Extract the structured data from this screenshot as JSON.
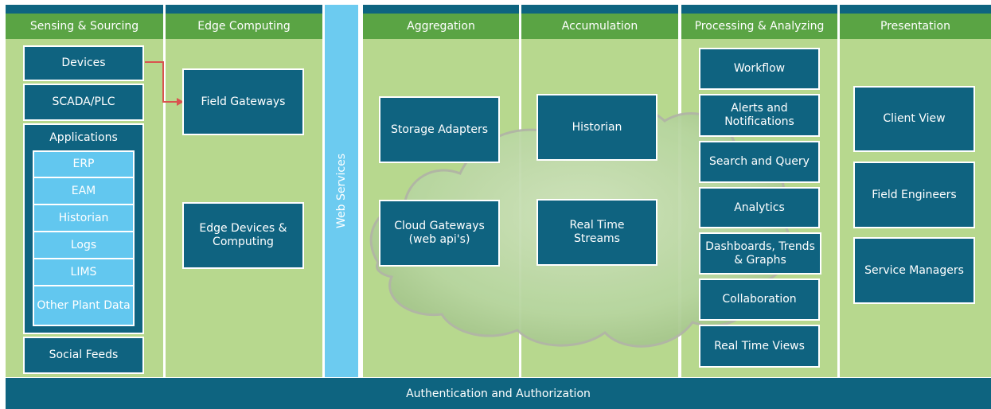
{
  "columns": {
    "sensing": "Sensing & Sourcing",
    "edge": "Edge Computing",
    "aggregation": "Aggregation",
    "accumulation": "Accumulation",
    "processing": "Processing & Analyzing",
    "presentation": "Presentation"
  },
  "web_services": "Web Services",
  "sensing": {
    "devices": "Devices",
    "scada": "SCADA/PLC",
    "applications": "Applications",
    "apps": [
      "ERP",
      "EAM",
      "Historian",
      "Logs",
      "LIMS",
      "Other Plant Data"
    ],
    "social": "Social Feeds"
  },
  "edge": {
    "field_gateways": "Field Gateways",
    "edge_devices": "Edge Devices & Computing"
  },
  "aggregation": {
    "storage": "Storage Adapters",
    "cloud_gateways": "Cloud Gateways (web api's)"
  },
  "accumulation": {
    "historian": "Historian",
    "streams": "Real Time Streams"
  },
  "processing": {
    "items": [
      "Workflow",
      "Alerts and Notifications",
      "Search and Query",
      "Analytics",
      "Dashboards, Trends & Graphs",
      "Collaboration",
      "Real Time Views"
    ]
  },
  "presentation": {
    "items": [
      "Client View",
      "Field Engineers",
      "Service Managers"
    ]
  },
  "footer": "Authentication and Authorization",
  "colors": {
    "navy": "#0f6380",
    "green": "#5aa444",
    "body": "#b7d88e",
    "light_blue": "#62c7ef",
    "arrow": "#d9534f"
  }
}
